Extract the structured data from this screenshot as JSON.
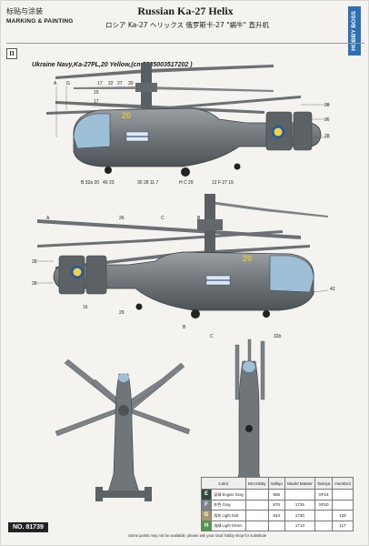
{
  "header": {
    "cn_label": "标贴与涂装",
    "marking_label": "MARKING & PAINTING",
    "title": "Russian Ka-27 Helix",
    "subtitle": "ロシア Ka-27 ヘリックス   俄罗斯卡-27 \"蜗牛\" 直升机",
    "brand": "HOBBY BOSS"
  },
  "section": {
    "number": "II",
    "caption": "Ukraine Navy,Ka-27PL,20 Yellow,(cn.5235003517202 )"
  },
  "callouts": {
    "v1": [
      "A",
      "G",
      "17",
      "22",
      "27",
      "30",
      "15",
      "17",
      "26",
      "28",
      "28",
      "B 32a 20",
      "40 23",
      "30 28 11 7",
      "H C 29",
      "12 F 27 15"
    ],
    "v2": [
      "A",
      "26",
      "C",
      "B",
      "28",
      "28",
      "42",
      "16",
      "29",
      "B",
      "C",
      "32b"
    ]
  },
  "color_table": {
    "headers": [
      "Color",
      "Mr.Hobby",
      "Vallejo",
      "Model Master",
      "Tamiya",
      "Humbrol"
    ],
    "rows": [
      {
        "code": "E",
        "name": "深绿 Engine Gray",
        "mr_hobby": "",
        "vallejo": "866",
        "model_master": "",
        "tamiya": "XF24",
        "humbrol": ""
      },
      {
        "code": "F",
        "name": "灰色 Gray",
        "mr_hobby": "",
        "vallejo": "870",
        "model_master": "1725",
        "tamiya": "XF20",
        "humbrol": ""
      },
      {
        "code": "G",
        "name": "浅灰 Light Gull",
        "mr_hobby": "",
        "vallejo": "843",
        "model_master": "1730",
        "tamiya": "",
        "humbrol": "129"
      },
      {
        "code": "H",
        "name": "浅绿 Light Green",
        "mr_hobby": "",
        "vallejo": "",
        "model_master": "1713",
        "tamiya": "",
        "humbrol": "117"
      }
    ]
  },
  "footer": {
    "product_no": "NO. 81739",
    "note": "Some paints may not be available, please ask your local hobby shop for substitute"
  }
}
